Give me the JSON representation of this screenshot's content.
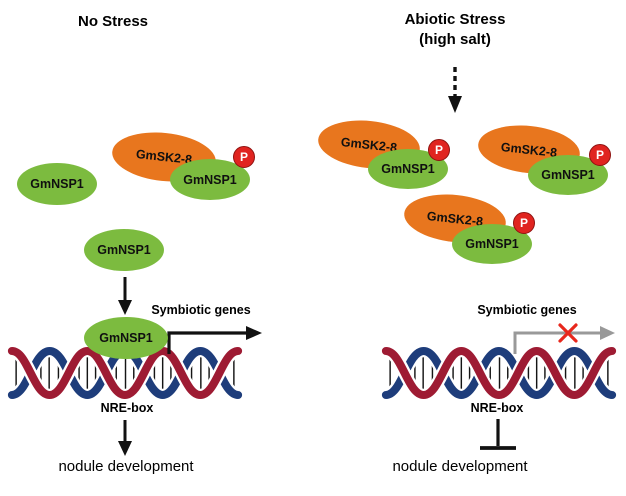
{
  "labels": {
    "gmnsp1": "GmNSP1",
    "gmsk28": "GmSK2-8",
    "phospho": "P",
    "symbiotic_genes": "Symbiotic genes",
    "nre_box": "NRE-box",
    "nodule_development": "nodule development"
  },
  "left_panel": {
    "title": "No Stress"
  },
  "right_panel": {
    "title_line1": "Abiotic Stress",
    "title_line2": "(high salt)"
  },
  "colors": {
    "green": "#7cbb3f",
    "orange": "#e8761e",
    "badge_red": "#e02420",
    "badge_border": "#8f1210",
    "dna_red": "#9e1b33",
    "dna_blue": "#1e3d7b",
    "ink": "#111111",
    "gray_arrow": "#999999",
    "x_red": "#e8271c"
  }
}
